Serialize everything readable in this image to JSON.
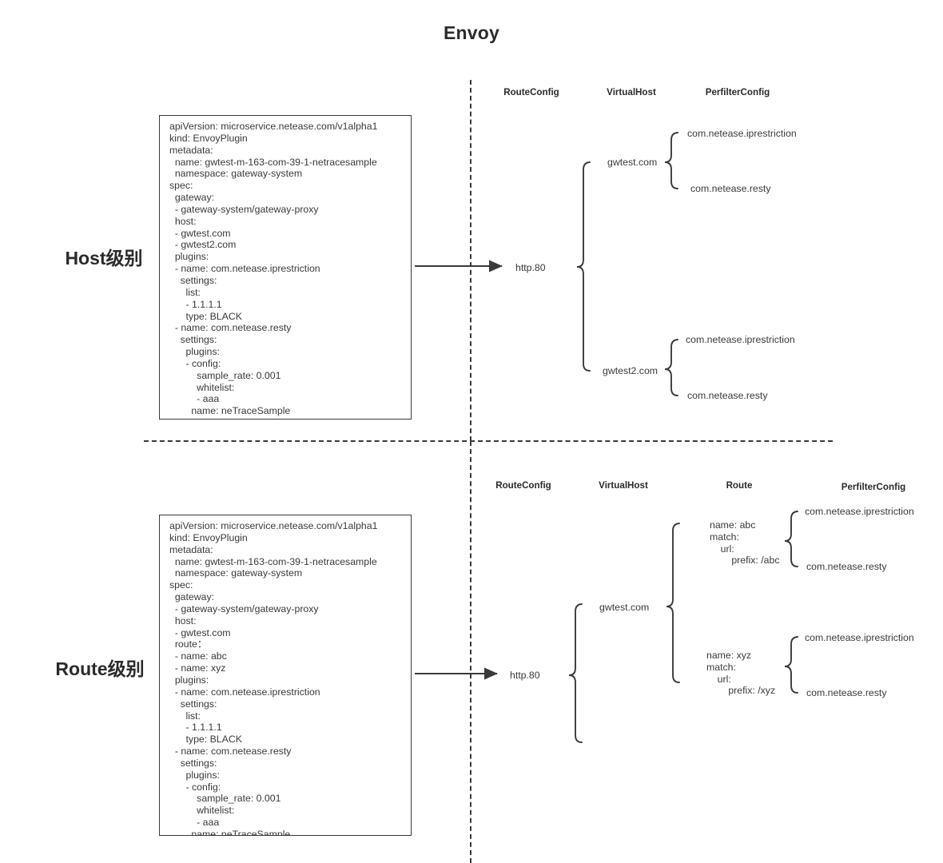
{
  "title": "Envoy",
  "sections": {
    "host": {
      "label": "Host级别",
      "columns": [
        {
          "name": "RouteConfig",
          "label": "RouteConfig"
        },
        {
          "name": "VirtualHost",
          "label": "VirtualHost"
        },
        {
          "name": "PerfilterConfig",
          "label": "PerfilterConfig"
        }
      ],
      "yaml": [
        "apiVersion: microservice.netease.com/v1alpha1",
        "kind: EnvoyPlugin",
        "metadata:",
        "  name: gwtest-m-163-com-39-1-netracesample",
        "  namespace: gateway-system",
        "spec:",
        "  gateway:",
        "  - gateway-system/gateway-proxy",
        "  host:",
        "  - gwtest.com",
        "  - gwtest2.com",
        "  plugins:",
        "  - name: com.netease.iprestriction",
        "    settings:",
        "      list:",
        "      - 1.1.1.1",
        "      type: BLACK",
        "  - name: com.netease.resty",
        "    settings:",
        "      plugins:",
        "      - config:",
        "          sample_rate: 0.001",
        "          whitelist:",
        "          - aaa",
        "        name: neTraceSample"
      ],
      "route_config": "http.80",
      "virtual_hosts": [
        {
          "name": "gwtest.com",
          "filters": [
            "com.netease.iprestriction",
            "com.netease.resty"
          ]
        },
        {
          "name": "gwtest2.com",
          "filters": [
            "com.netease.iprestriction",
            "com.netease.resty"
          ]
        }
      ]
    },
    "route": {
      "label": "Route级别",
      "columns": [
        {
          "name": "RouteConfig",
          "label": "RouteConfig"
        },
        {
          "name": "VirtualHost",
          "label": "VirtualHost"
        },
        {
          "name": "Route",
          "label": "Route"
        },
        {
          "name": "PerfilterConfig",
          "label": "PerfilterConfig"
        }
      ],
      "yaml": [
        "apiVersion: microservice.netease.com/v1alpha1",
        "kind: EnvoyPlugin",
        "metadata:",
        "  name: gwtest-m-163-com-39-1-netracesample",
        "  namespace: gateway-system",
        "spec:",
        "  gateway:",
        "  - gateway-system/gateway-proxy",
        "  host:",
        "  - gwtest.com",
        "  route：",
        "  - name: abc",
        "  - name: xyz",
        "  plugins:",
        "  - name: com.netease.iprestriction",
        "    settings:",
        "      list:",
        "      - 1.1.1.1",
        "      type: BLACK",
        "  - name: com.netease.resty",
        "    settings:",
        "      plugins:",
        "      - config:",
        "          sample_rate: 0.001",
        "          whitelist:",
        "          - aaa",
        "        name: neTraceSample"
      ],
      "route_config": "http.80",
      "virtual_host": "gwtest.com",
      "routes": [
        {
          "lines": [
            "name: abc",
            "match:",
            "    url:",
            "        prefix: /abc"
          ],
          "filters": [
            "com.netease.iprestriction",
            "com.netease.resty"
          ]
        },
        {
          "lines": [
            "name: xyz",
            "match:",
            "    url:",
            "        prefix: /xyz"
          ],
          "filters": [
            "com.netease.iprestriction",
            "com.netease.resty"
          ]
        }
      ]
    }
  },
  "colors": {
    "text": "#3a3a3a",
    "heading": "#2b2b2b",
    "line": "#3a3a3a",
    "background": "#ffffff"
  }
}
